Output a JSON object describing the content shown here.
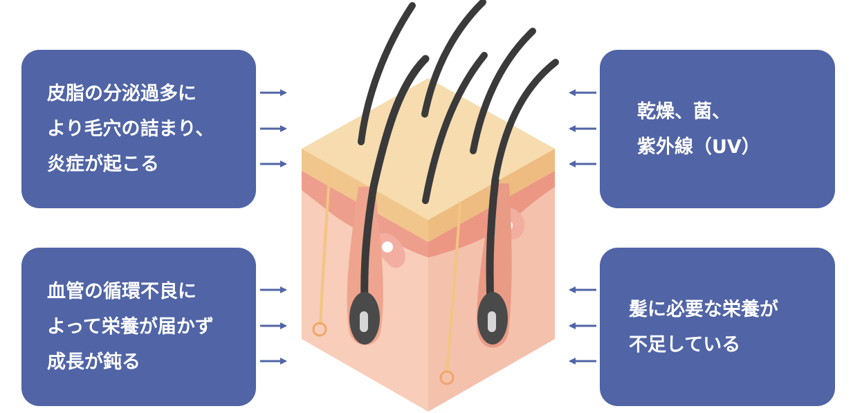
{
  "causes": {
    "top_left": {
      "lines": [
        "皮脂の分泌過多に",
        "より毛穴の詰まり、",
        "炎症が起こる"
      ]
    },
    "bottom_left": {
      "lines": [
        "血管の循環不良に",
        "よって栄養が届かず",
        "成長が鈍る"
      ]
    },
    "top_right": {
      "lines": [
        "乾燥、菌、",
        "紫外線（UV）"
      ]
    },
    "bottom_right": {
      "lines": [
        "髪に必要な栄養が",
        "不足している"
      ]
    }
  },
  "colors": {
    "box": "#5064a6",
    "arrow": "#5064a6",
    "skin_top": "#f6dcae",
    "epidermis": "#f1c48a",
    "dermis": "#f7c8b4",
    "hair": "#3a3a3a"
  }
}
